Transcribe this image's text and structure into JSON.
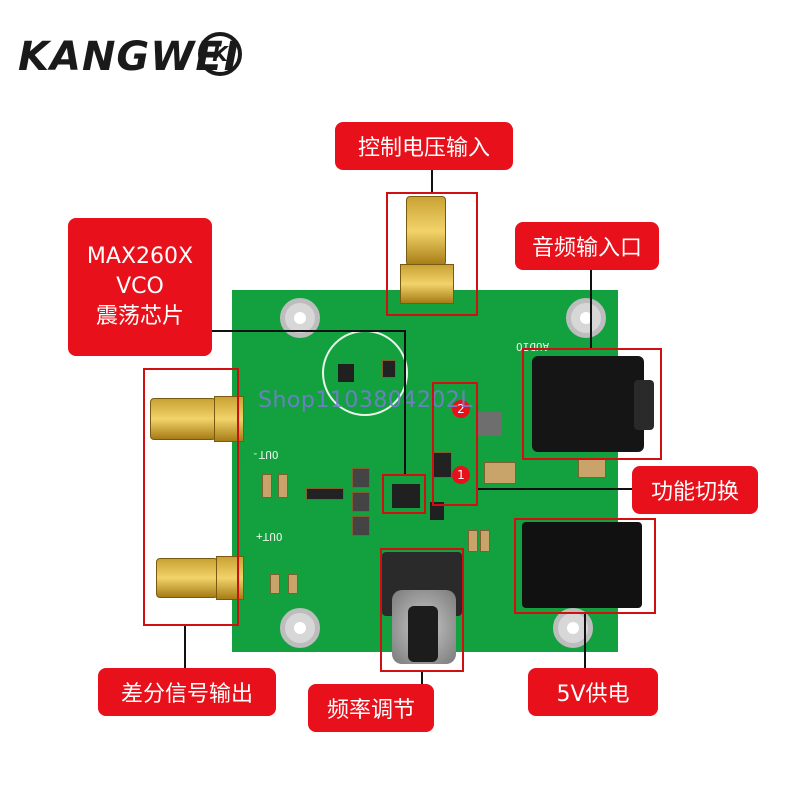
{
  "logo": {
    "text": "KANGWEI",
    "mark": "K"
  },
  "watermark": "Shop1103804202L",
  "labels": {
    "control_voltage_input": "控制电压输入",
    "chip_line1": "MAX260X",
    "chip_line2": "VCO",
    "chip_line3": "震荡芯片",
    "audio_input": "音频输入口",
    "function_switch": "功能切换",
    "differential_output": "差分信号输出",
    "frequency_adjust": "频率调节",
    "power_5v": "5V供电"
  },
  "board_silkscreen": {
    "out_minus": "OUT-",
    "out_plus": "OUT+",
    "audio": "AUDIO",
    "badge1": "1",
    "badge2": "2"
  },
  "colors": {
    "label_bg": "#e8101a",
    "pcb_green": "#13a13f",
    "box_red": "#d01010"
  }
}
